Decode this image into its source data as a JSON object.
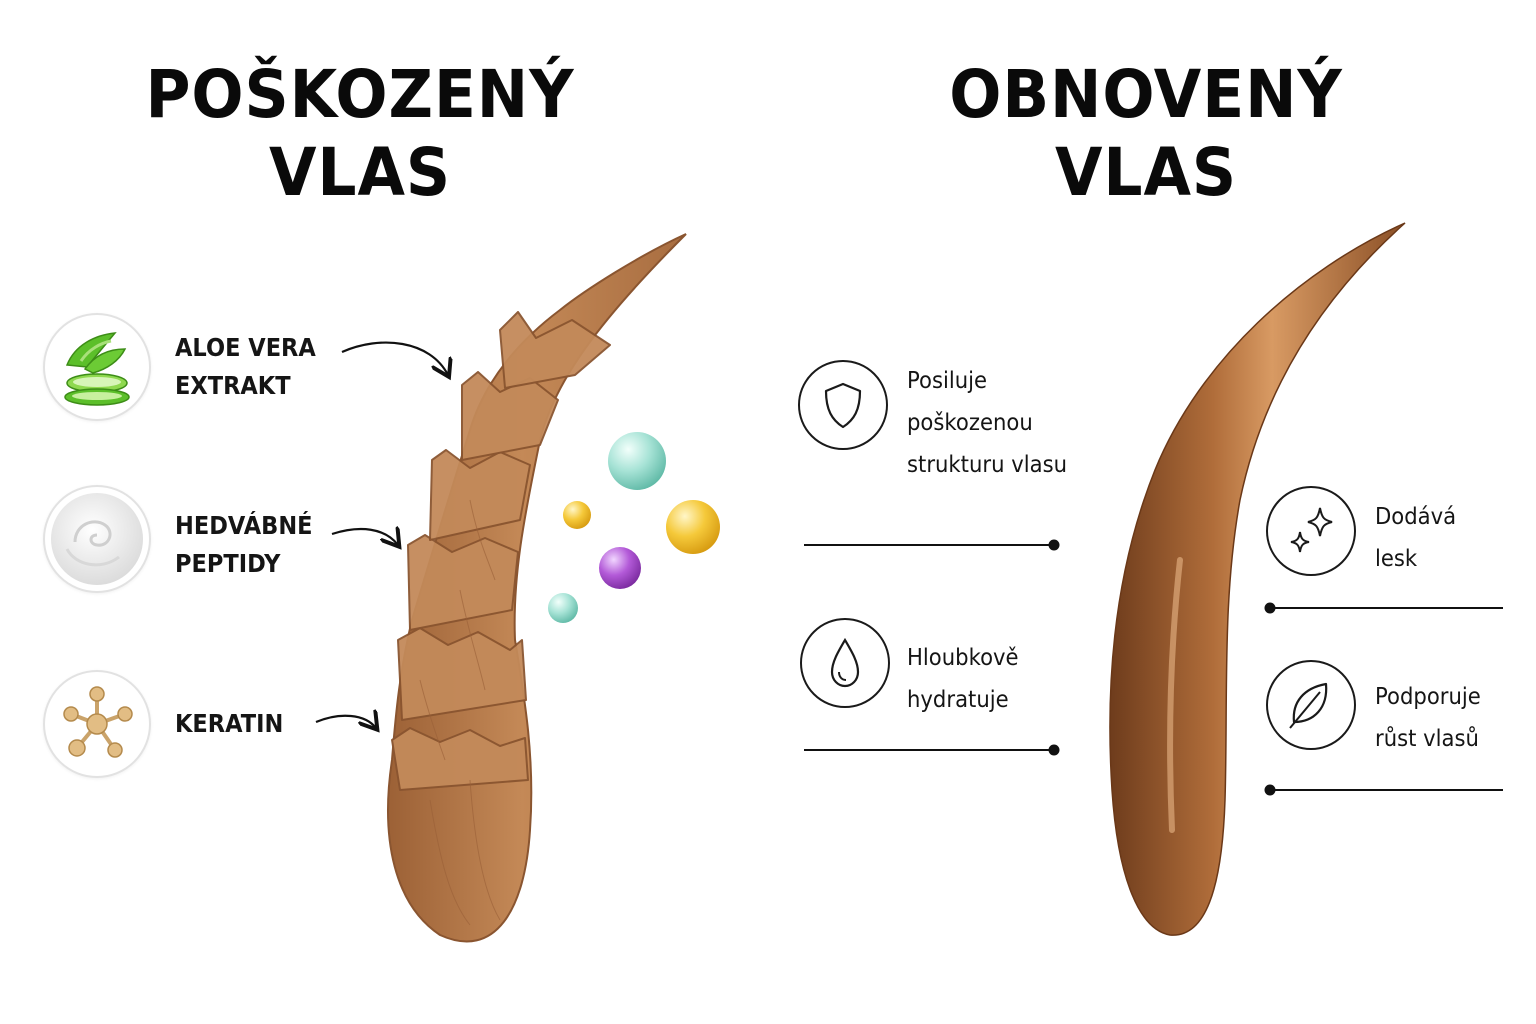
{
  "left_panel": {
    "title_line1": "POŠKOZENÝ",
    "title_line2": "VLAS",
    "ingredients": [
      {
        "line1": "ALOE VERA",
        "line2": "EXTRAKT",
        "icon": "aloe-vera-icon"
      },
      {
        "line1": "HEDVÁBNÉ",
        "line2": "PEPTIDY",
        "icon": "silk-cream-icon"
      },
      {
        "line1": "KERATIN",
        "line2": "",
        "icon": "keratin-molecule-icon"
      }
    ],
    "droplet_colors": [
      "#8fd6c6",
      "#f2c230",
      "#a64fcf"
    ]
  },
  "right_panel": {
    "title_line1": "OBNOVENÝ",
    "title_line2": "VLAS",
    "benefits": [
      {
        "lines": [
          "Posiluje",
          "poškozenou",
          "strukturu vlasu"
        ],
        "icon": "shield-icon"
      },
      {
        "lines": [
          "Hloubkově",
          "hydratuje"
        ],
        "icon": "water-drop-icon"
      },
      {
        "lines": [
          "Dodává",
          "lesk"
        ],
        "icon": "sparkle-icon"
      },
      {
        "lines": [
          "Podporuje",
          "růst vlasů"
        ],
        "icon": "leaf-icon"
      }
    ]
  },
  "colors": {
    "hair_base": "#b5784a",
    "hair_dark": "#7a4622",
    "hair_light": "#d9a273",
    "text": "#111111",
    "aloe_green": "#5cbf2a"
  }
}
